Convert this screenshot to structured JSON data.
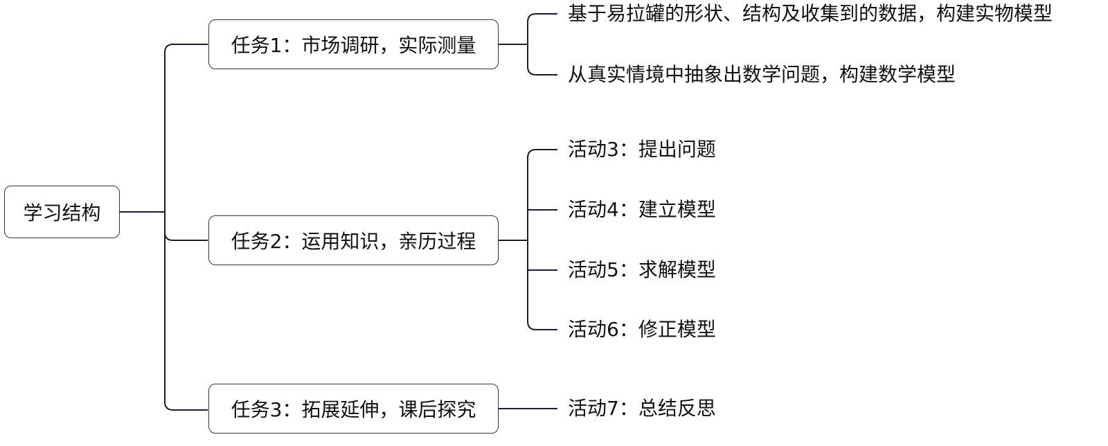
{
  "root": {
    "label": "学习结构"
  },
  "tasks": [
    {
      "label": "任务1：市场调研，实际测量",
      "children": [
        "基于易拉罐的形状、结构及收集到的数据，构建实物模型",
        "从真实情境中抽象出数学问题，构建数学模型"
      ]
    },
    {
      "label": "任务2：运用知识，亲历过程",
      "children": [
        "活动3：提出问题",
        "活动4：建立模型",
        "活动5：求解模型",
        "活动6：修正模型"
      ]
    },
    {
      "label": "任务3：拓展延伸，课后探究",
      "children": [
        "活动7：总结反思"
      ]
    }
  ]
}
